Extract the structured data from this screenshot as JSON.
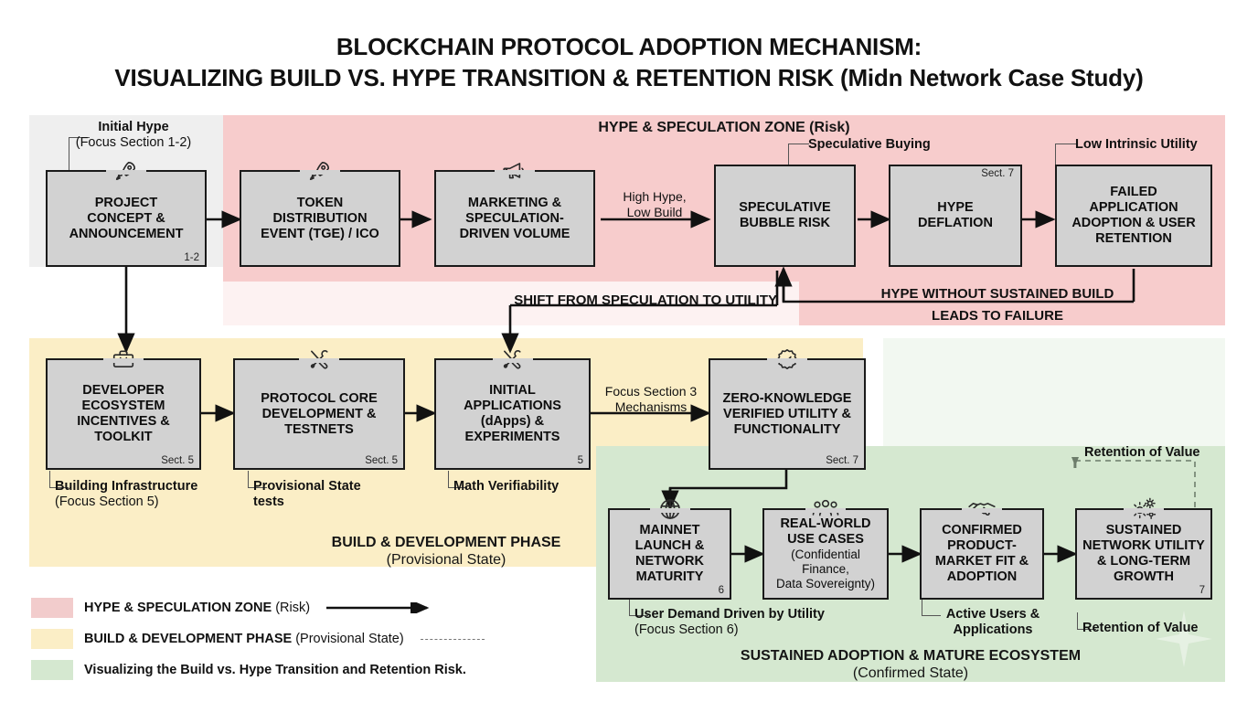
{
  "title": {
    "line1": "BLOCKCHAIN PROTOCOL ADOPTION MECHANISM:",
    "line2": "VISUALIZING BUILD VS. HYPE TRANSITION & RETENTION RISK (Midn Network Case Study)"
  },
  "zones": {
    "initial": {
      "color": "#efefef"
    },
    "hype": {
      "caption": "HYPE & SPECULATION ZONE (Risk)",
      "color": "#f7cccc"
    },
    "build": {
      "caption_main": "BUILD & DEVELOPMENT PHASE",
      "caption_sub": "(Provisional State)",
      "color": "#fbeec6"
    },
    "green": {
      "caption_main": "SUSTAINED ADOPTION & MATURE ECOSYSTEM",
      "caption_sub": "(Confirmed State)",
      "color": "#d5e8d0"
    }
  },
  "nodes": {
    "project_concept": {
      "label": "PROJECT\nCONCEPT &\nANNOUNCEMENT",
      "tag_br": "1-2",
      "icon": "rocket-icon"
    },
    "token_distribution": {
      "label": "TOKEN\nDISTRIBUTION\nEVENT (TGE) / ICO",
      "icon": "rocket-icon"
    },
    "marketing_volume": {
      "label": "MARKETING &\nSPECULATION-\nDRIVEN VOLUME",
      "icon": "megaphone-icon"
    },
    "speculative_bubble": {
      "label": "SPECULATIVE\nBUBBLE RISK",
      "icon": ""
    },
    "hype_deflation": {
      "label": "HYPE\nDEFLATION",
      "tag_tr": "Sect. 7",
      "icon": ""
    },
    "failed_adoption": {
      "label": "FAILED\nAPPLICATION\nADOPTION & USER\nRETENTION",
      "icon": ""
    },
    "developer_ecosystem": {
      "label": "DEVELOPER\nECOSYSTEM\nINCENTIVES &\nTOOLKIT",
      "tag_br": "Sect. 5",
      "icon": "toolbox-icon"
    },
    "protocol_core": {
      "label": "PROTOCOL CORE\nDEVELOPMENT &\nTESTNETS",
      "tag_br": "Sect. 5",
      "icon": "tools-icon"
    },
    "initial_applications": {
      "label": "INITIAL\nAPPLICATIONS\n(dApps) &\nEXPERIMENTS",
      "tag_br": "5",
      "icon": "tools-icon"
    },
    "zero_knowledge": {
      "label": "ZERO-KNOWLEDGE\nVERIFIED UTILITY &\nFUNCTIONALITY",
      "tag_br": "Sect. 7",
      "icon": "verified-badge-icon"
    },
    "mainnet_launch": {
      "label": "MAINNET\nLAUNCH &\nNETWORK\nMATURITY",
      "tag_br": "6",
      "icon": "globe-icon"
    },
    "real_world": {
      "label_bold": "REAL-WORLD\nUSE CASES",
      "label_thin": "(Confidential Finance,\nData Sovereignty)",
      "icon": "users-icon"
    },
    "confirmed_fit": {
      "label": "CONFIRMED\nPRODUCT-\nMARKET FIT &\nADOPTION",
      "icon": "handshake-icon"
    },
    "sustained_growth": {
      "label": "SUSTAINED\nNETWORK UTILITY\n& LONG-TERM\nGROWTH",
      "tag_br": "7",
      "icon": "gears-icon"
    }
  },
  "callouts": {
    "initial_hype": {
      "main": "Initial Hype",
      "sub": "(Focus Section 1-2)"
    },
    "speculative_buying": {
      "main": "Speculative Buying"
    },
    "low_intrinsic_utility": {
      "main": "Low Intrinsic Utility"
    },
    "building_infrastructure": {
      "main": "Building Infrastructure",
      "sub": "(Focus Section 5)"
    },
    "provisional_state_tests": {
      "main": "Provisional State",
      "sub": "tests"
    },
    "math_verifiability": {
      "main": "Math Verifiability"
    },
    "user_demand": {
      "main": "User Demand Driven by Utility",
      "sub": "(Focus Section 6)"
    },
    "active_users": {
      "main": "Active Users &",
      "sub2": "Applications"
    },
    "retention_of_value_bottom": {
      "main": "Retention of Value"
    },
    "retention_of_value_top": {
      "main": "Retention of Value"
    }
  },
  "edge_labels": {
    "high_hype_low_build": "High Hype,\nLow Build",
    "focus_section_3": "Focus Section 3\nMechanisms"
  },
  "banners": {
    "shift": "SHIFT FROM SPECULATION TO UTILITY",
    "hype_fail_line1": "HYPE WITHOUT SUSTAINED BUILD",
    "hype_fail_line2": "LEADS TO FAILURE"
  },
  "legend": {
    "items": [
      {
        "color": "#f2cccc",
        "bold": "HYPE & SPECULATION ZONE",
        "sub": " (Risk)",
        "marker": "solid-arrow"
      },
      {
        "color": "#fbeec6",
        "bold": "BUILD & DEVELOPMENT PHASE",
        "sub": " (Provisional State)",
        "marker": "dashed-line"
      },
      {
        "color": "#d5e8d0",
        "bold": "Visualizing the Build vs. Hype Transition and Retention Risk.",
        "sub": "",
        "marker": "none"
      }
    ]
  }
}
